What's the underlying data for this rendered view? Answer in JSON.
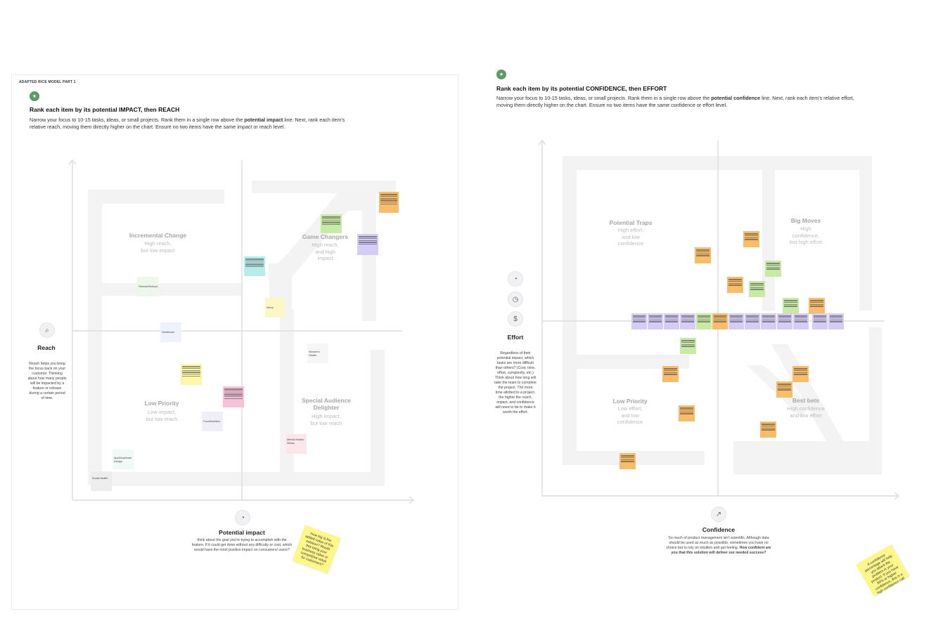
{
  "left_board": {
    "frame_label": "ADAPTED RICE MODEL PART 1",
    "badge": "★",
    "title": "Rank each item by its potential IMPACT, then REACH",
    "desc_pre": "Narrow your focus to 10-15 tasks, ideas, or small projects. Rank them in a single row above the ",
    "desc_bold": "potential impact",
    "desc_post": " line. Next, rank each item's relative reach, moving them directly higher on the chart. Ensure no two items have the same impact or reach level.",
    "regions": {
      "incremental": {
        "title": "Incremental Change",
        "sub1": "High reach,",
        "sub2": "but low impact"
      },
      "game": {
        "title": "Game Changers",
        "sub1": "High reach,",
        "sub2": "and high",
        "sub3": "impact"
      },
      "low": {
        "title": "Low Priority",
        "sub1": "Low impact,",
        "sub2": "but low reach"
      },
      "special": {
        "title": "Special Audience",
        "title2": "Delighter",
        "sub1": "High impact,",
        "sub2": "but low reach"
      }
    },
    "y_axis": {
      "title": "Reach",
      "desc": "Reach helps you bring the focus back on your customer. Thinking about how many people will be impacted by a feature or release during a certain period of time."
    },
    "x_axis": {
      "title": "Potential impact",
      "desc": "think about the goal you're trying to accomplish with the feature. If it could get done without any difficulty or cost, which would have the most positive impact on consumers/ users?"
    },
    "notes": {
      "fitness": "Fitness/Workout",
      "healthcare": "Healthcare",
      "sleep": "Sleep",
      "womens": "Women's Health",
      "food": "Food/Nutrition",
      "mental": "Mental Health/ Stress",
      "appdiscovery": "App/Download Design",
      "social": "Social Health"
    },
    "yellow_note": "How big is the added value of this solution? Would this bring your business value or competitive value for customers?"
  },
  "right_board": {
    "badge": "★",
    "title": "Rank each item by its potential CONFIDENCE, then EFFORT",
    "desc_pre": "Narrow your focus to 10-15 tasks, ideas, or small projects. Rank them in a single row above the ",
    "desc_bold": "potential confidence",
    "desc_post": " line. Next, rank each item's relative effort, moving them directly higher on the chart. Ensure no two items have the same confidence or effort level.",
    "regions": {
      "traps": {
        "title": "Potential Traps",
        "sub1": "High effort,",
        "sub2": "and low",
        "sub3": "confidence"
      },
      "big": {
        "title": "Big Moves",
        "sub1": "High",
        "sub2": "confidence,",
        "sub3": "but high effort"
      },
      "low": {
        "title": "Low Priority",
        "sub1": "Low effort,",
        "sub2": "and low",
        "sub3": "confidence"
      },
      "best": {
        "title": "Best bets",
        "sub1": "High confidence",
        "sub2": "and low effort"
      }
    },
    "y_axis": {
      "title": "Effort",
      "desc": "Regardless of their potential impact, which tasks are more difficult than others? (Cost, time, effort, complexity, etc.) Think about how long will take the team to complete the project. The more time allotted to a project, the higher the reach, impact, and confidence will need to be to make it worth the effort."
    },
    "x_axis": {
      "title": "Confidence",
      "desc": "So much of product management isn't scientific. Although data should be used as much as possible, sometimes you have no choice but to rely on intuition and gut feeling.",
      "desc_bold": "How confident are you that this solution will deliver our needed success?"
    },
    "yellow_note": "A confidence percentage will help you attack the problem in your product. If you have 80% or higher confidence, this is a high confidence call."
  },
  "colors": {
    "green": "#c8eaa6",
    "orange": "#f7bd6a",
    "purple": "#d5cdf6",
    "cyan": "#b6ece9",
    "pink": "#f6c2d9",
    "yellow": "#fdf7a8",
    "accent": "#5a9a64"
  }
}
